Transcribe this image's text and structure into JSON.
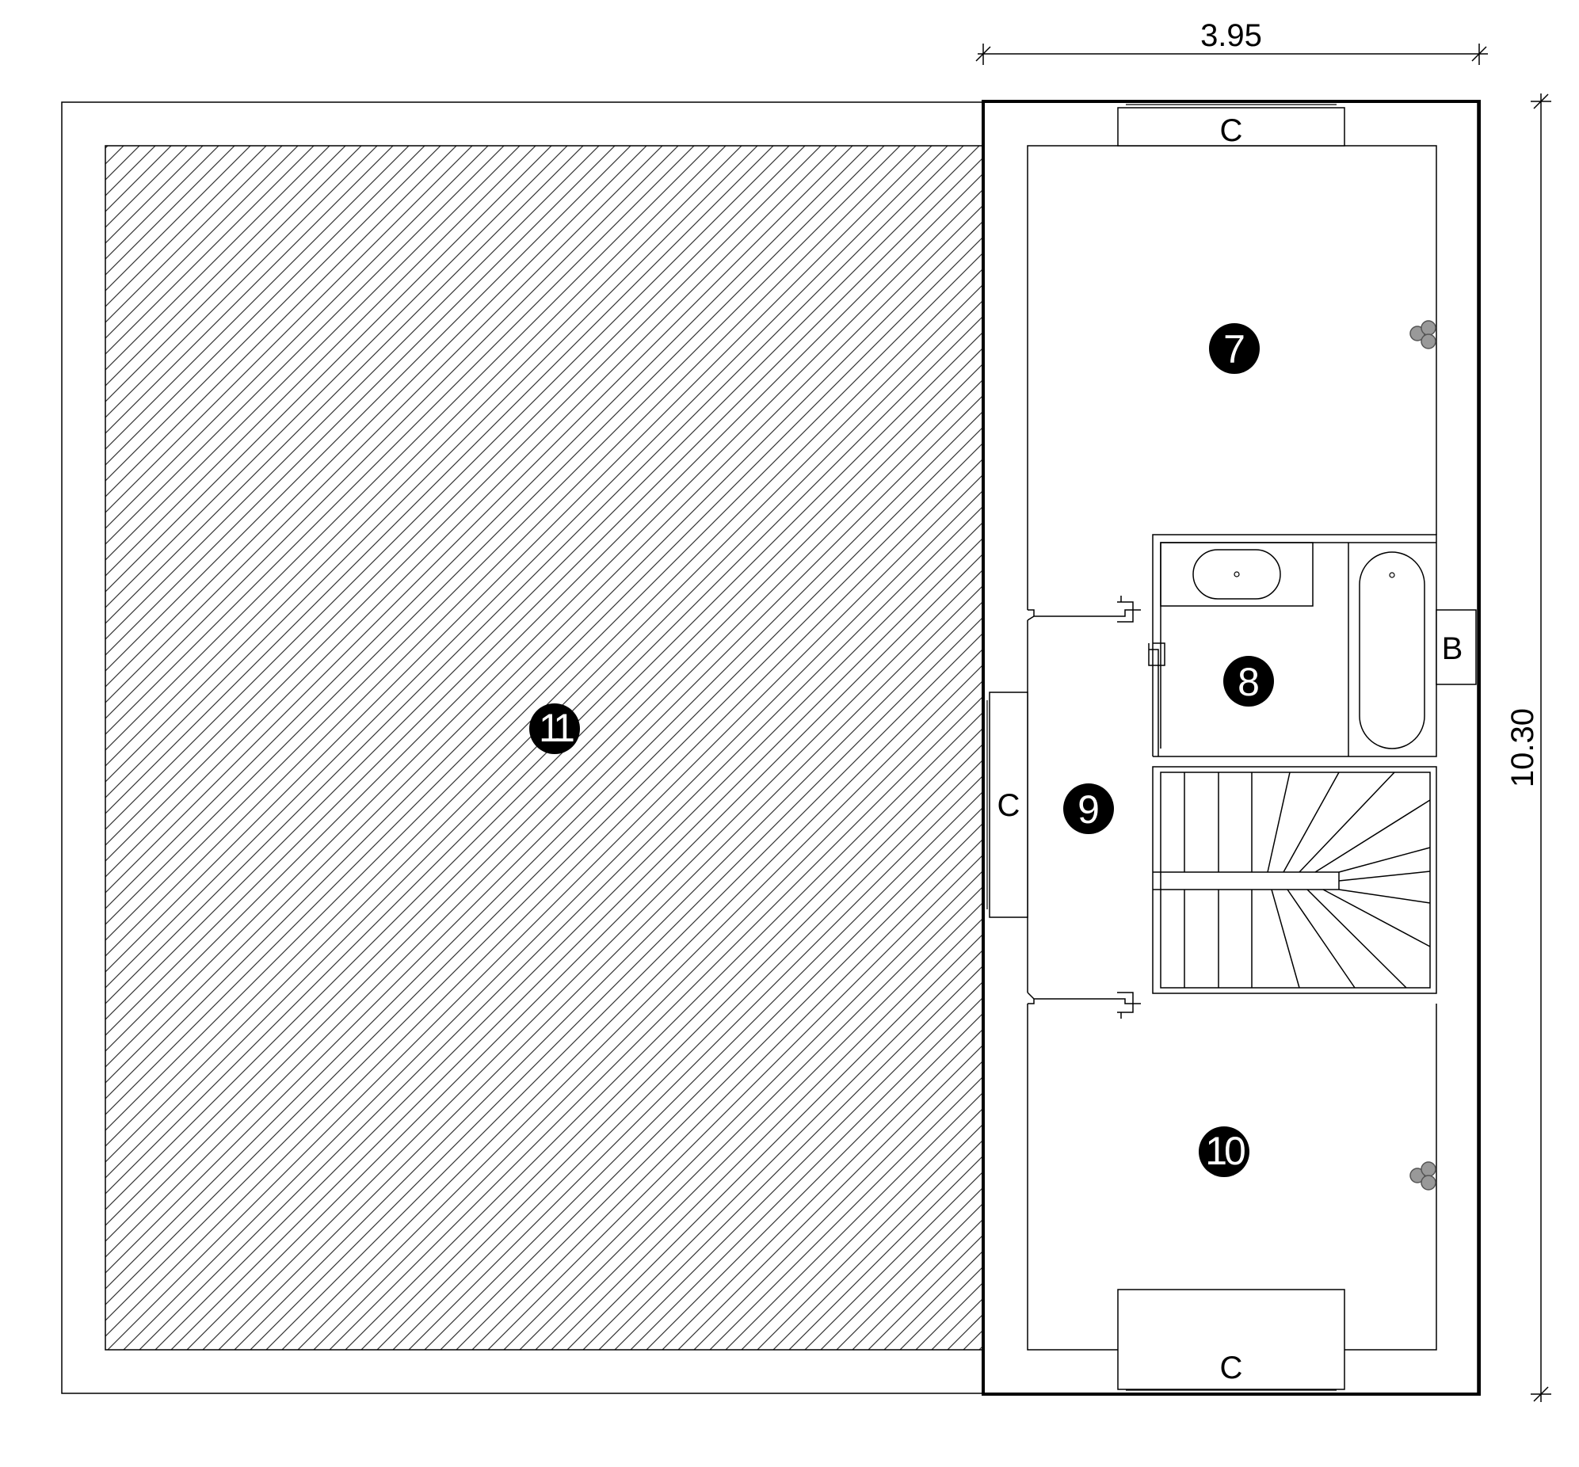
{
  "dimensions": {
    "width": "3.95",
    "height": "10.30"
  },
  "rooms": {
    "r7": "7",
    "r8": "8",
    "r9": "9",
    "r10": "10",
    "r11": "11"
  },
  "openings": {
    "top": "C",
    "left": "C",
    "bottom": "C",
    "right": "B"
  },
  "colors": {
    "line": "#000000",
    "hatch": "#333333",
    "badge": "#000000",
    "appliance": "#999999"
  }
}
